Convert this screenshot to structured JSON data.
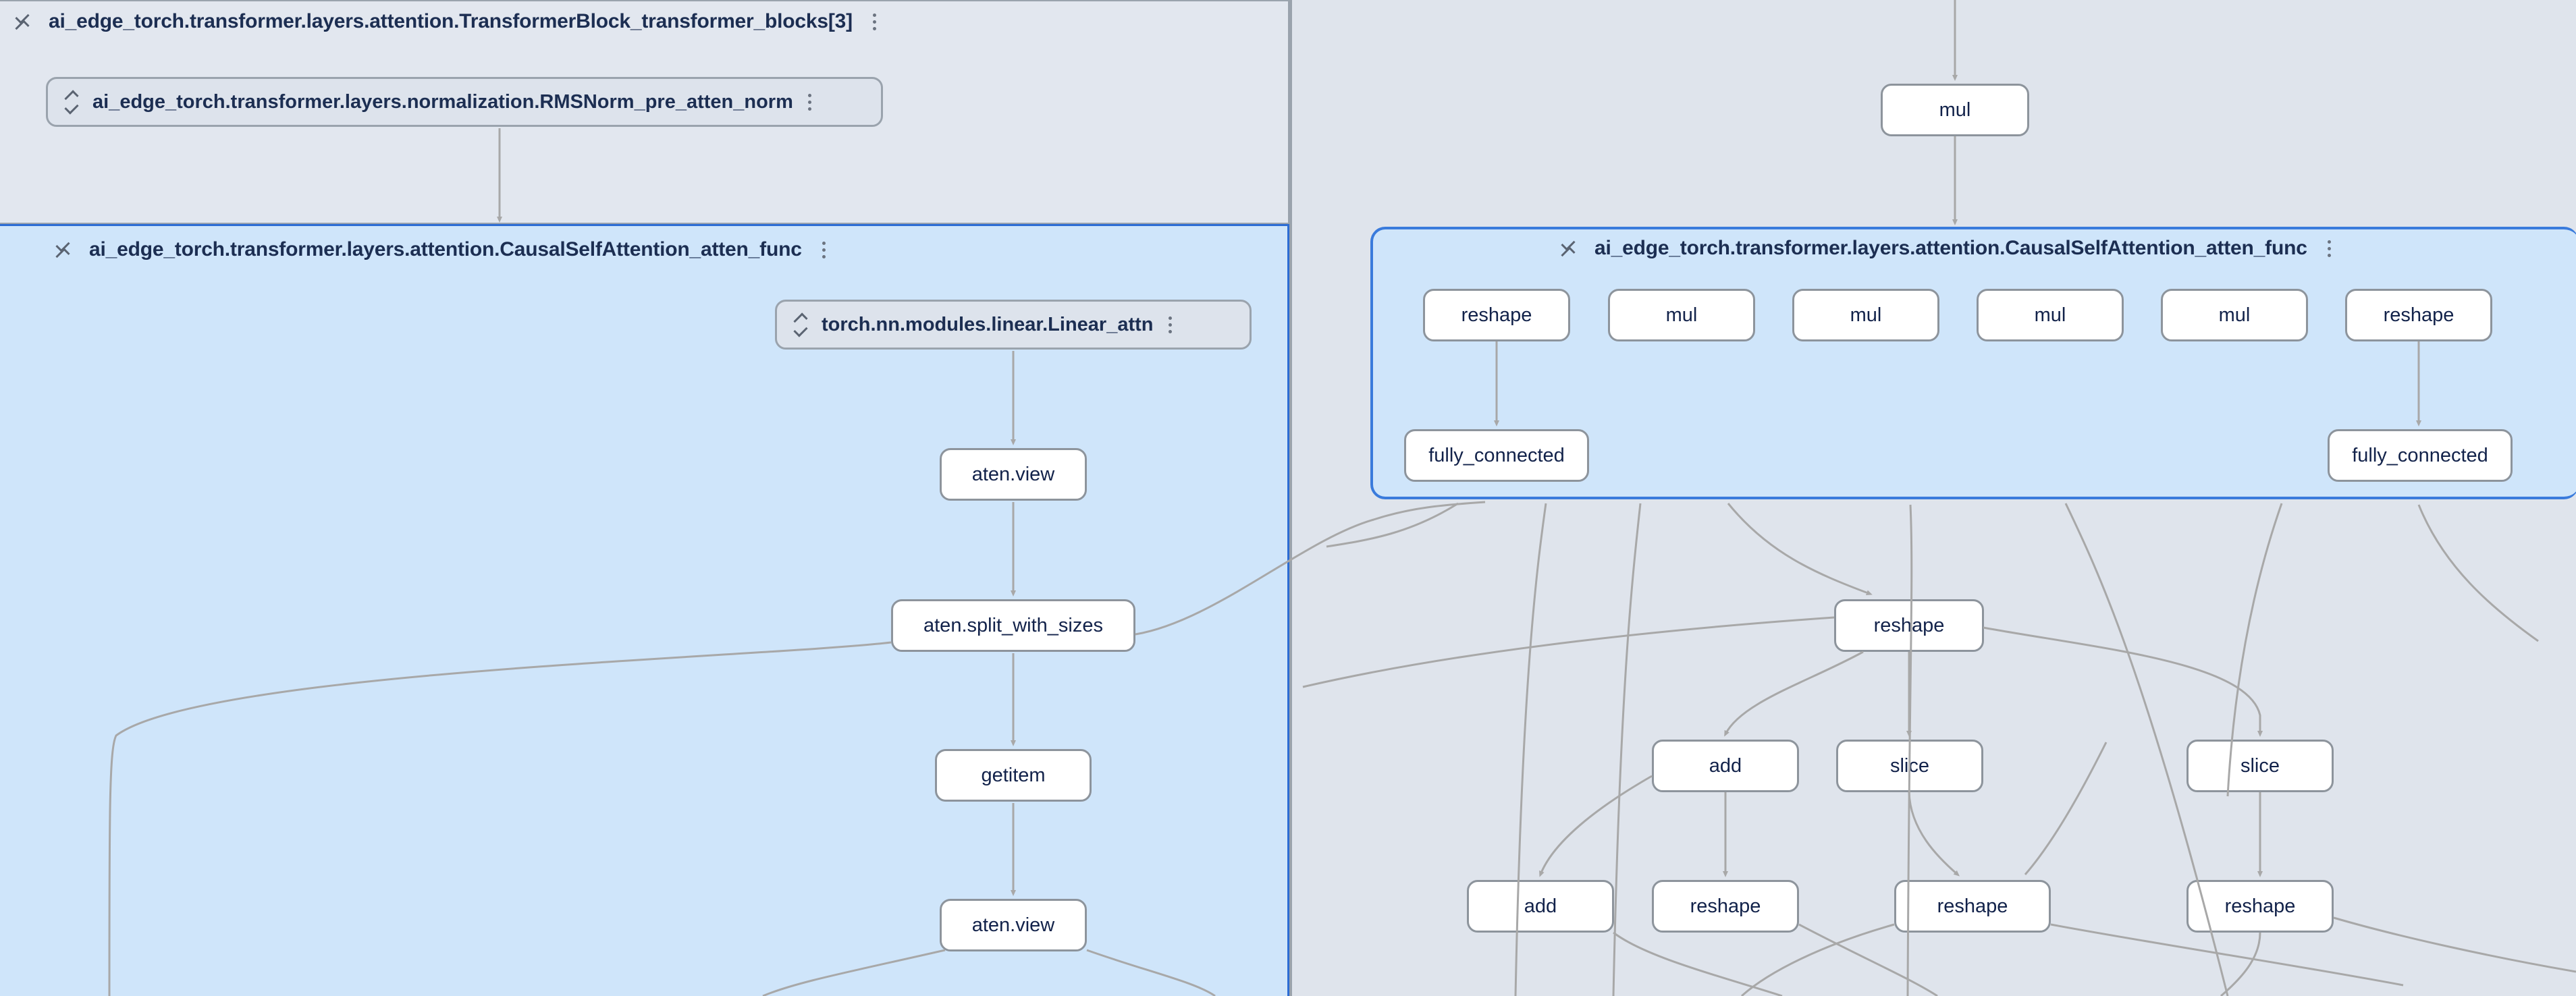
{
  "canvas": {
    "background": "#e2e7ef",
    "right_background": "#dfe4ec",
    "selection_color": "#3a7bdc",
    "selected_fill": "#cfe5fa",
    "node_fill": "#ffffff",
    "node_border": "#8d949c",
    "edge_color": "#a8a8a8",
    "text_color": "#12224a"
  },
  "groups": {
    "transformer_block": {
      "title": "ai_edge_torch.transformer.layers.attention.TransformerBlock_transformer_blocks[3]",
      "collapse_icon": "collapse-icon",
      "menu_icon": "kebab-menu-icon"
    },
    "causal_self_attention_left": {
      "title": "ai_edge_torch.transformer.layers.attention.CausalSelfAttention_atten_func",
      "collapse_icon": "collapse-icon",
      "menu_icon": "kebab-menu-icon"
    },
    "causal_self_attention_right": {
      "title": "ai_edge_torch.transformer.layers.attention.CausalSelfAttention_atten_func",
      "collapse_icon": "collapse-icon",
      "menu_icon": "kebab-menu-icon"
    }
  },
  "module_nodes": [
    {
      "id": "rmsnorm",
      "label": "ai_edge_torch.transformer.layers.normalization.RMSNorm_pre_atten_norm",
      "expand_icon": "expand-icon",
      "menu_icon": "kebab-menu-icon"
    },
    {
      "id": "linear_attn",
      "label": "torch.nn.modules.linear.Linear_attn",
      "expand_icon": "expand-icon",
      "menu_icon": "kebab-menu-icon"
    }
  ],
  "op_nodes": {
    "left_column": [
      {
        "id": "aten_view_1",
        "label": "aten.view"
      },
      {
        "id": "aten_split_with_sizes",
        "label": "aten.split_with_sizes"
      },
      {
        "id": "getitem",
        "label": "getitem"
      },
      {
        "id": "aten_view_2",
        "label": "aten.view"
      }
    ],
    "right_top": [
      {
        "id": "mul_top",
        "label": "mul"
      }
    ],
    "right_group_row": [
      {
        "id": "r_reshape_1",
        "label": "reshape"
      },
      {
        "id": "r_mul_1",
        "label": "mul"
      },
      {
        "id": "r_mul_2",
        "label": "mul"
      },
      {
        "id": "r_mul_3",
        "label": "mul"
      },
      {
        "id": "r_mul_4",
        "label": "mul"
      },
      {
        "id": "r_reshape_2",
        "label": "reshape"
      }
    ],
    "right_group_row2": [
      {
        "id": "fc_1",
        "label": "fully_connected"
      },
      {
        "id": "fc_2",
        "label": "fully_connected"
      }
    ],
    "right_below": [
      {
        "id": "reshape_mid",
        "label": "reshape"
      },
      {
        "id": "add_1",
        "label": "add"
      },
      {
        "id": "slice_1",
        "label": "slice"
      },
      {
        "id": "slice_2",
        "label": "slice"
      },
      {
        "id": "add_2",
        "label": "add"
      },
      {
        "id": "reshape_b1",
        "label": "reshape"
      },
      {
        "id": "reshape_b2",
        "label": "reshape"
      },
      {
        "id": "reshape_b3",
        "label": "reshape"
      }
    ]
  }
}
